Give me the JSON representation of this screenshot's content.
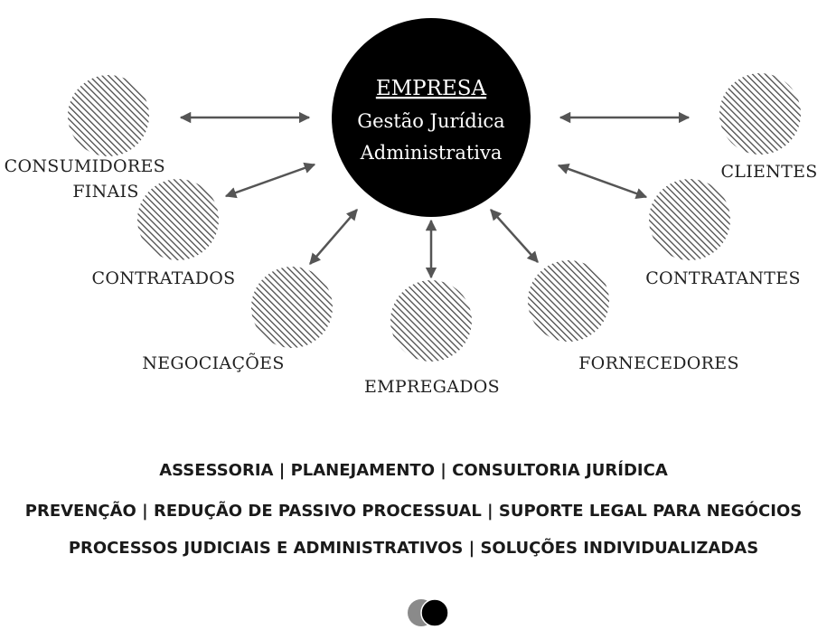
{
  "center": {
    "title": "EMPRESA",
    "line1": "Gestão Jurídica",
    "line2": "Administrativa"
  },
  "nodes": [
    {
      "id": "consumidores",
      "label_lines": [
        "CONSUMIDORES",
        "FINAIS"
      ]
    },
    {
      "id": "contratados",
      "label_lines": [
        "CONTRATADOS"
      ]
    },
    {
      "id": "negociacoes",
      "label_lines": [
        "NEGOCIAÇÕES"
      ]
    },
    {
      "id": "empregados",
      "label_lines": [
        "EMPREGADOS"
      ]
    },
    {
      "id": "fornecedores",
      "label_lines": [
        "FORNECEDORES"
      ]
    },
    {
      "id": "contratantes",
      "label_lines": [
        "CONTRATANTES"
      ]
    },
    {
      "id": "clientes",
      "label_lines": [
        "CLIENTES"
      ]
    }
  ],
  "services": {
    "line1": "ASSESSORIA | PLANEJAMENTO | CONSULTORIA JURÍDICA",
    "line2": "PREVENÇÃO | REDUÇÃO DE PASSIVO PROCESSUAL | SUPORTE LEGAL PARA NEGÓCIOS",
    "line3": "PROCESSOS JUDICIAIS  E ADMINISTRATIVOS | SOLUÇÕES INDIVIDUALIZADAS"
  },
  "colors": {
    "center_fill": "#000000",
    "hatch": "#4a4a4a",
    "arrow": "#555555",
    "logo_back": "#8a8a8a",
    "logo_front": "#000000"
  },
  "logo": {
    "icon": "two-circles-logo"
  }
}
